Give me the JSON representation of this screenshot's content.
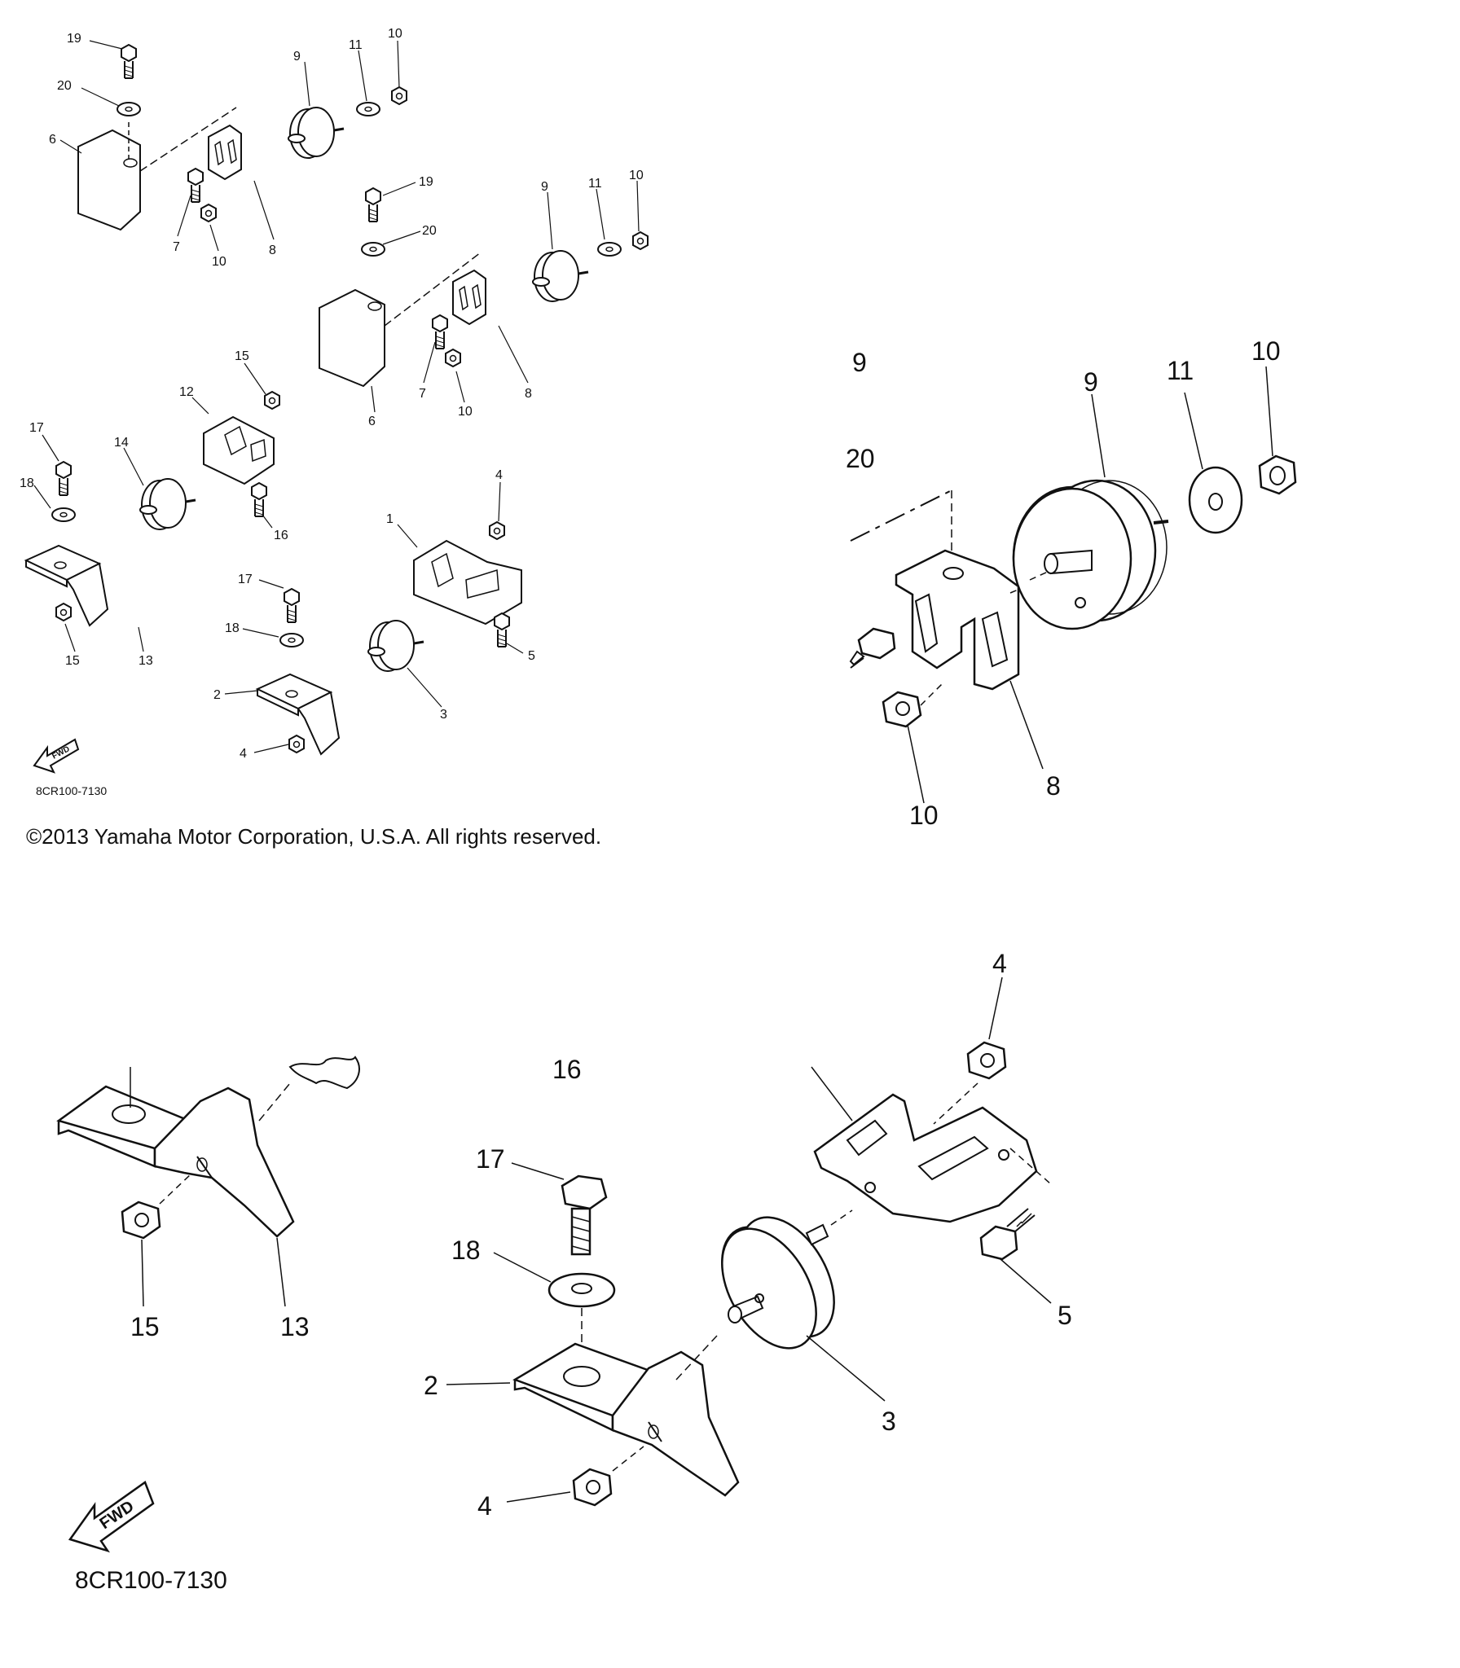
{
  "copyright": "©2013 Yamaha Motor Corporation, U.S.A. All rights reserved.",
  "part_code": "8CR100-7130",
  "fwd_label": "FWD",
  "overview": {
    "callouts": {
      "c19a": "19",
      "c20a": "20",
      "c6a": "6",
      "c9a": "9",
      "c11a": "11",
      "c10a": "10",
      "c7a": "7",
      "c10b": "10",
      "c8a": "8",
      "c19b": "19",
      "c20b": "20",
      "c9b": "9",
      "c11b": "11",
      "c10c": "10",
      "c7b": "7",
      "c10d": "10",
      "c8b": "8",
      "c6b": "6",
      "c15a": "15",
      "c12": "12",
      "c17a": "17",
      "c14": "14",
      "c18a": "18",
      "c16": "16",
      "c15b": "15",
      "c13": "13",
      "c4a": "4",
      "c1": "1",
      "c17b": "17",
      "c18b": "18",
      "c5": "5",
      "c2": "2",
      "c3": "3",
      "c4b": "4"
    }
  },
  "zoom_upper": {
    "callouts": {
      "z9a": "9",
      "z20": "20",
      "z9b": "9",
      "z11": "11",
      "z10a": "10",
      "z8": "8",
      "z10b": "10"
    }
  },
  "zoom_lower": {
    "callouts": {
      "l4a": "4",
      "l16": "16",
      "l17": "17",
      "l18": "18",
      "l15": "15",
      "l13": "13",
      "l5": "5",
      "l2": "2",
      "l3": "3",
      "l4b": "4"
    }
  }
}
